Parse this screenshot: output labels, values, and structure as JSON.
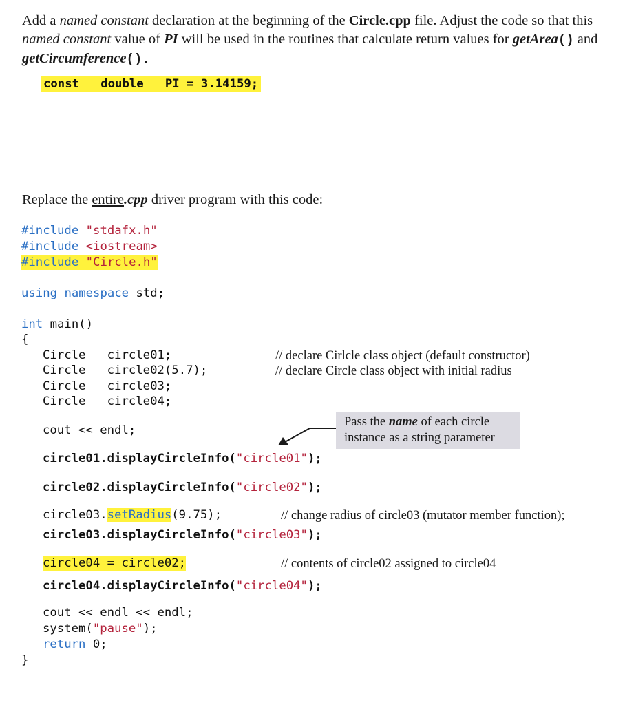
{
  "intro": {
    "p1_a": "Add a ",
    "p1_named_constant": "named constant",
    "p1_b": " declaration at the beginning of the ",
    "p1_file": "Circle.cpp",
    "p1_c": " file.  Adjust the code so that this",
    "p2_named_constant": "named constant",
    "p2_a": " value of ",
    "p2_pi": "PI",
    "p2_b": " will be used in the routines that calculate return values for ",
    "p2_getarea": "getArea",
    "p2_parens": "()",
    "p2_c": " and",
    "p3_getcirc": "getCircumference",
    "p3_parens": "()",
    "p3_end": "."
  },
  "const_decl": {
    "keyword": "const",
    "type": "double",
    "statement": "PI = 3.14159;"
  },
  "replace_instruction": {
    "a": "Replace the ",
    "entire": "entire",
    "ext": ".cpp",
    "b": " driver program with this code:"
  },
  "code": {
    "includes": [
      {
        "directive": "#include",
        "target": "\"stdafx.h\""
      },
      {
        "directive": "#include",
        "target": "<iostream>"
      },
      {
        "directive": "#include",
        "target": "\"Circle.h\""
      }
    ],
    "using": {
      "kw1": "using",
      "kw2": "namespace",
      "rest": " std;"
    },
    "main_sig": {
      "type": "int",
      "rest": " main()"
    },
    "open_brace": "{",
    "declarations": [
      {
        "type": "Circle",
        "name": "circle01;"
      },
      {
        "type": "Circle",
        "name": "circle02(5.7);"
      },
      {
        "type": "Circle",
        "name": "circle03;"
      },
      {
        "type": "Circle",
        "name": "circle04;"
      }
    ],
    "decl_comments": [
      "// declare Cirlcle class object (default constructor)",
      "// declare Circle class object with initial radius"
    ],
    "cout_endl": "cout << endl;",
    "display_calls": [
      {
        "prefix": "circle01.displayCircleInfo(",
        "arg": "\"circle01\"",
        "suffix": ");"
      },
      {
        "prefix": "circle02.displayCircleInfo(",
        "arg": "\"circle02\"",
        "suffix": ");"
      },
      {
        "prefix": "circle03.displayCircleInfo(",
        "arg": "\"circle03\"",
        "suffix": ");"
      },
      {
        "prefix": "circle04.displayCircleInfo(",
        "arg": "\"circle04\"",
        "suffix": ");"
      }
    ],
    "set_radius": {
      "obj": "circle03.",
      "method": "setRadius",
      "args": "(9.75);"
    },
    "set_radius_comment": "// change radius of circle03 (mutator member function);",
    "assign": "circle04 = circle02;",
    "assign_comment": "// contents of circle02 assigned to circle04",
    "cout_endl2": "cout << endl << endl;",
    "system_call": {
      "prefix": "system(",
      "arg": "\"pause\"",
      "suffix": ");"
    },
    "return_stmt": {
      "kw": "return",
      "rest": " 0;"
    },
    "close_brace": "}"
  },
  "callout": {
    "a": "Pass the ",
    "name": "name",
    "b": " of each circle",
    "line2": "instance as a string parameter"
  },
  "colors": {
    "keyword": "#2a6fc4",
    "string": "#b4233c",
    "highlight": "#fff23c",
    "callout_bg": "#dcdbe2"
  }
}
